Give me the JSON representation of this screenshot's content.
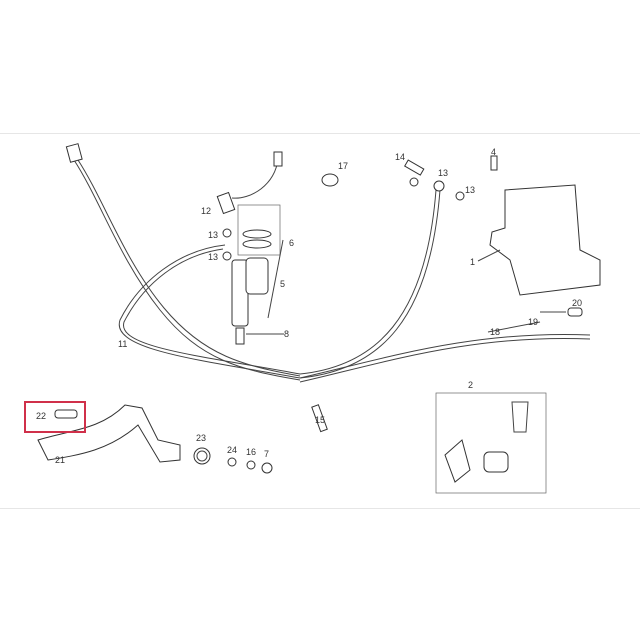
{
  "diagram": {
    "highlight_color": "#d0304a",
    "highlighted_part": "22",
    "labels": {
      "p1": "1",
      "p2": "2",
      "p4": "4",
      "p5": "5",
      "p6": "6",
      "p7": "7",
      "p8": "8",
      "p11": "11",
      "p12": "12",
      "p13a": "13",
      "p13b": "13",
      "p13c": "13",
      "p13d": "13",
      "p14": "14",
      "p15": "15",
      "p16": "16",
      "p17": "17",
      "p18": "18",
      "p19": "19",
      "p20": "20",
      "p21": "21",
      "p22": "22",
      "p23": "23",
      "p24": "24"
    }
  }
}
